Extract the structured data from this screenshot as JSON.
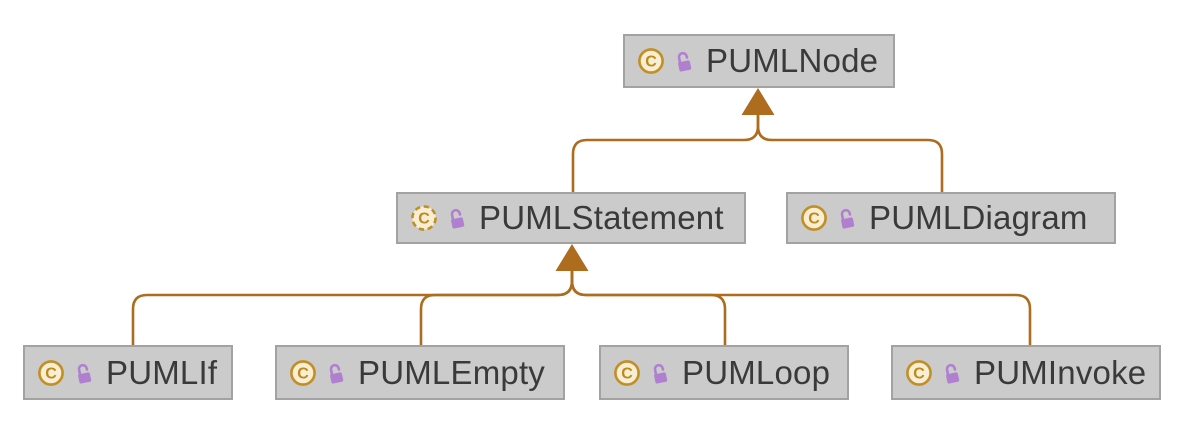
{
  "diagram": {
    "type": "class-hierarchy",
    "nodes": [
      {
        "id": "pumlnode",
        "label": "PUMLNode",
        "icon": "class-icon",
        "modifier": "unlocked-icon"
      },
      {
        "id": "pumlstatement",
        "label": "PUMLStatement",
        "icon": "abstract-class-icon",
        "modifier": "unlocked-icon"
      },
      {
        "id": "pumldiagram",
        "label": "PUMLDiagram",
        "icon": "class-icon",
        "modifier": "unlocked-icon"
      },
      {
        "id": "pumlif",
        "label": "PUMLIf",
        "icon": "class-icon",
        "modifier": "unlocked-icon"
      },
      {
        "id": "pumlempty",
        "label": "PUMLEmpty",
        "icon": "class-icon",
        "modifier": "unlocked-icon"
      },
      {
        "id": "pumloop",
        "label": "PUMLoop",
        "icon": "class-icon",
        "modifier": "unlocked-icon"
      },
      {
        "id": "puminvoke",
        "label": "PUMInvoke",
        "icon": "class-icon",
        "modifier": "unlocked-icon"
      }
    ],
    "edges": [
      {
        "from": "PUMLStatement",
        "to": "PUMLNode",
        "type": "inheritance"
      },
      {
        "from": "PUMLDiagram",
        "to": "PUMLNode",
        "type": "inheritance"
      },
      {
        "from": "PUMLIf",
        "to": "PUMLStatement",
        "type": "inheritance"
      },
      {
        "from": "PUMLEmpty",
        "to": "PUMLStatement",
        "type": "inheritance"
      },
      {
        "from": "PUMLoop",
        "to": "PUMLStatement",
        "type": "inheritance"
      },
      {
        "from": "PUMInvoke",
        "to": "PUMLStatement",
        "type": "inheritance"
      }
    ],
    "colors": {
      "edge": "#ad6c1e",
      "node_fill": "#cbcbcb",
      "node_border": "#a2a2a2",
      "text": "#3a3a3a",
      "class_icon_ring": "#c28e26",
      "class_icon_fill": "#f7eed3",
      "class_icon_letter": "#be8a1f",
      "lock_icon": "#b07fd0",
      "background": "#ffffff"
    }
  }
}
